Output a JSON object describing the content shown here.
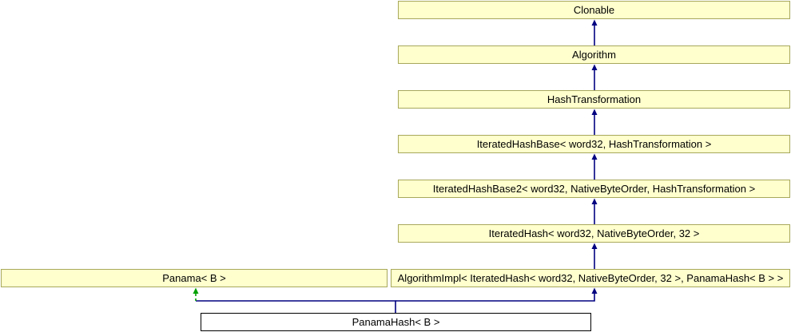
{
  "diagram": {
    "type": "class-inheritance-diagram",
    "colors": {
      "node_fill": "#ffffce",
      "node_border": "#a8a85c",
      "focus_node_fill": "#ffffff",
      "focus_node_border": "#000000",
      "inheritance_arrow": "#000080",
      "secondary_arrow": "#00a000"
    },
    "nodes": [
      {
        "label": "Clonable"
      },
      {
        "label": "Algorithm"
      },
      {
        "label": "HashTransformation"
      },
      {
        "label": "IteratedHashBase< word32, HashTransformation >"
      },
      {
        "label": "IteratedHashBase2< word32, NativeByteOrder, HashTransformation >"
      },
      {
        "label": "IteratedHash< word32, NativeByteOrder, 32 >"
      },
      {
        "label": "Panama< B >"
      },
      {
        "label": "AlgorithmImpl< IteratedHash< word32, NativeByteOrder, 32 >, PanamaHash< B > >"
      },
      {
        "label": "PanamaHash< B >"
      }
    ],
    "edges": [
      {
        "from": "Algorithm",
        "to": "Clonable",
        "style": "solid-navy"
      },
      {
        "from": "HashTransformation",
        "to": "Algorithm",
        "style": "solid-navy"
      },
      {
        "from": "IteratedHashBase< word32, HashTransformation >",
        "to": "HashTransformation",
        "style": "solid-navy"
      },
      {
        "from": "IteratedHashBase2< word32, NativeByteOrder, HashTransformation >",
        "to": "IteratedHashBase< word32, HashTransformation >",
        "style": "solid-navy"
      },
      {
        "from": "IteratedHash< word32, NativeByteOrder, 32 >",
        "to": "IteratedHashBase2< word32, NativeByteOrder, HashTransformation >",
        "style": "solid-navy"
      },
      {
        "from": "AlgorithmImpl< IteratedHash< word32, NativeByteOrder, 32 >, PanamaHash< B > >",
        "to": "IteratedHash< word32, NativeByteOrder, 32 >",
        "style": "solid-navy"
      },
      {
        "from": "PanamaHash< B >",
        "to": "AlgorithmImpl< IteratedHash< word32, NativeByteOrder, 32 >, PanamaHash< B > >",
        "style": "solid-navy"
      },
      {
        "from": "PanamaHash< B >",
        "to": "Panama< B >",
        "style": "dashed-green"
      }
    ]
  }
}
